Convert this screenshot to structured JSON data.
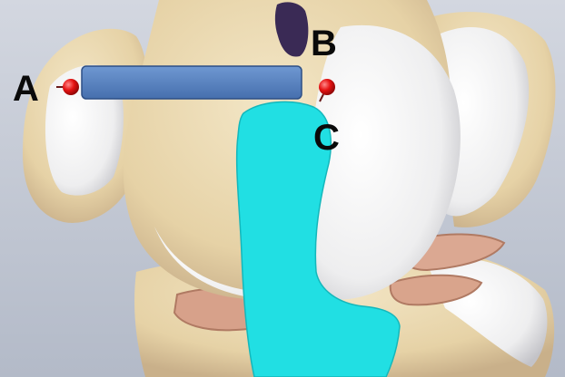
{
  "labels": {
    "a": "A",
    "b": "B",
    "c": "C"
  },
  "colors": {
    "background": "#c6ccd8",
    "bone": "#ead9b4",
    "bone_shadow": "#c9b58c",
    "cartilage": "#f4f4f5",
    "meniscus": "#d9a48c",
    "ligament": "#21dfe3",
    "graft_bar": "#5b86c4",
    "marker": "#e51313",
    "dark_notch": "#3a2a55"
  },
  "icons": {
    "marker_a": "red-sphere-marker",
    "marker_c": "red-sphere-marker"
  }
}
